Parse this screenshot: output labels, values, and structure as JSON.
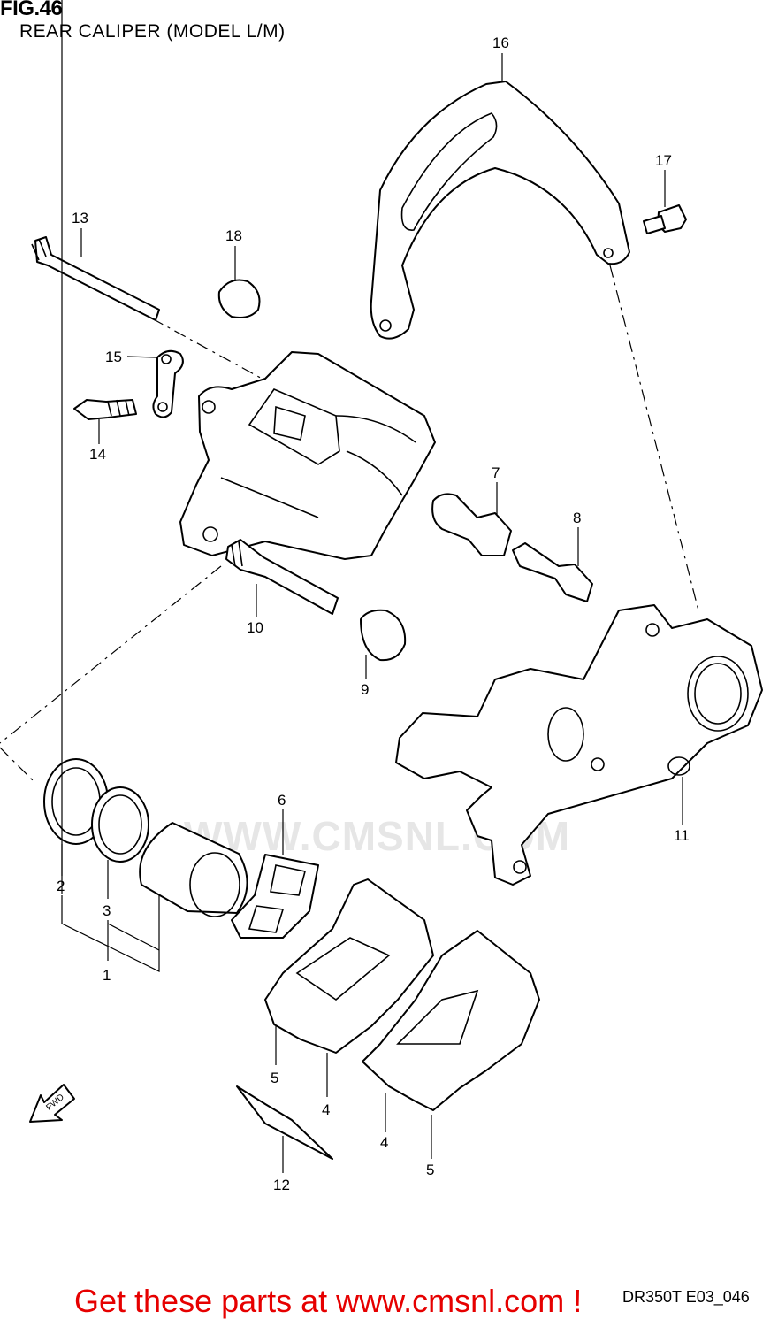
{
  "figure": {
    "title": "FIG.46",
    "subtitle": "REAR CALIPER (MODEL L/M)",
    "watermark": "WWW.CMSNL.COM",
    "diagram_code": "DR350T E03_046",
    "footer_cta": "Get these parts at www.cmsnl.com !",
    "direction_label": "FWD"
  },
  "callouts": [
    "16",
    "17",
    "13",
    "18",
    "15",
    "14",
    "7",
    "8",
    "10",
    "9",
    "6",
    "11",
    "2",
    "3",
    "1",
    "5",
    "4",
    "4",
    "5",
    "12"
  ]
}
